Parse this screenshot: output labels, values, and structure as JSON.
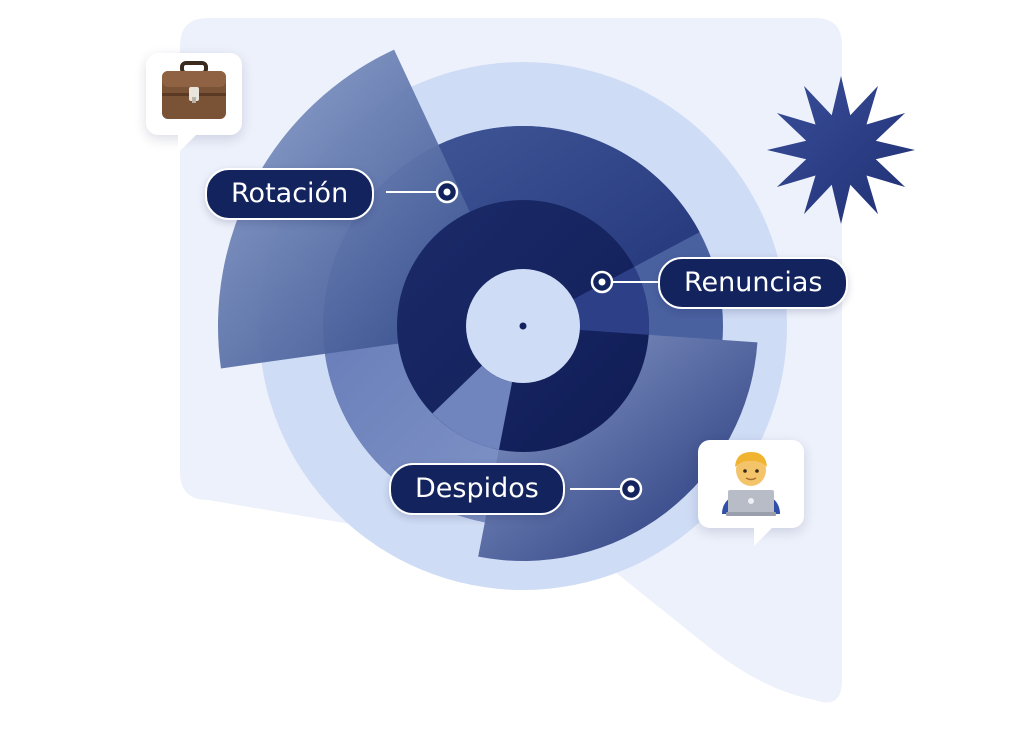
{
  "labels": {
    "rotacion": "Rotación",
    "renuncias": "Renuncias",
    "despidos": "Despidos"
  },
  "icons": {
    "briefcase": "briefcase-icon",
    "technologist": "man-technologist-icon",
    "star": "starburst-icon"
  },
  "colors": {
    "navy": "#13235e",
    "light_blue": "#cfdcf5",
    "pale_blue": "#edf1fb",
    "star": "#2b3d86"
  }
}
